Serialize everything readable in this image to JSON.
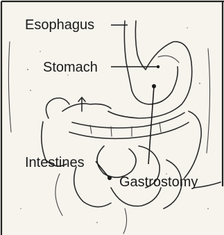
{
  "labels": {
    "esophagus": "Esophagus",
    "stomach": "Stomach",
    "intestines": "Intestines",
    "gastrostomy": "Gastrostomy"
  }
}
